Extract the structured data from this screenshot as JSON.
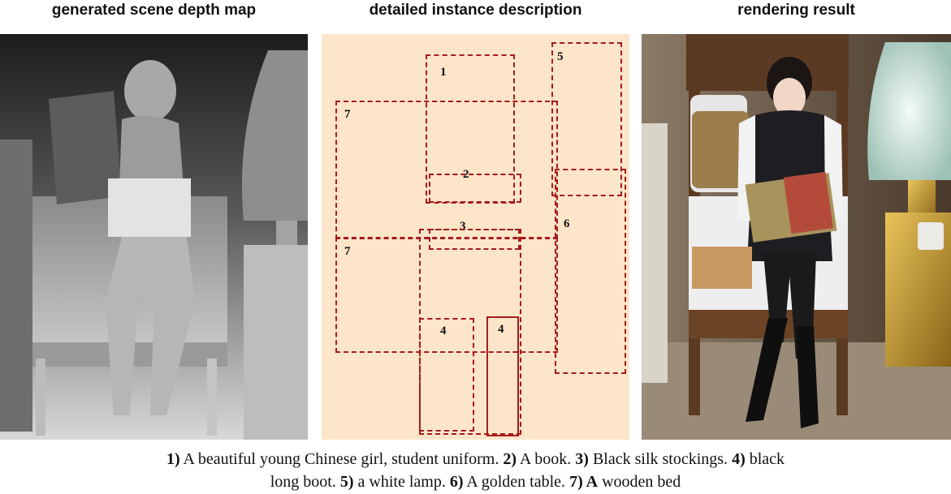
{
  "titles": {
    "depth": "generated scene depth map",
    "layout": "detailed instance description",
    "render": "rendering result"
  },
  "boxes": [
    {
      "label": "1"
    },
    {
      "label": "2"
    },
    {
      "label": "3"
    },
    {
      "label": "4"
    },
    {
      "label": "4"
    },
    {
      "label": "5"
    },
    {
      "label": "6"
    },
    {
      "label": "7"
    },
    {
      "label": "7"
    }
  ],
  "caption": {
    "line1": [
      {
        "num": "1)",
        "text": " A beautiful young Chinese girl, student uniform. "
      },
      {
        "num": "2)",
        "text": " A book. "
      },
      {
        "num": "3)",
        "text": " Black silk stockings. "
      },
      {
        "num": "4)",
        "text": " black"
      }
    ],
    "line2_start": "long boot. ",
    "line2": [
      {
        "num": "5)",
        "text": " a white lamp. "
      },
      {
        "num": "6)",
        "text": " A golden table. "
      },
      {
        "num": "7) A",
        "text": " wooden bed"
      }
    ]
  }
}
